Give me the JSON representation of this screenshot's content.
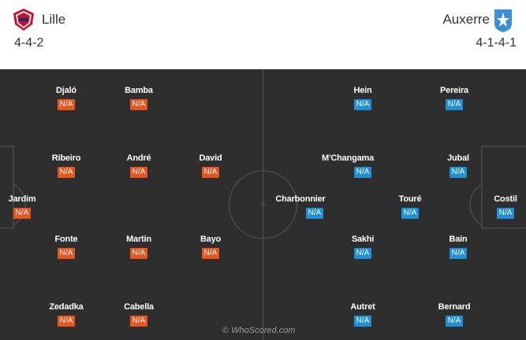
{
  "home": {
    "name": "Lille",
    "formation": "4-4-2",
    "crest_icon": "lille-crest-icon",
    "color": "#e8551f",
    "players": [
      {
        "name": "Djaló",
        "rating": "N/A"
      },
      {
        "name": "Bamba",
        "rating": "N/A"
      },
      {
        "name": "Ribeiro",
        "rating": "N/A"
      },
      {
        "name": "André",
        "rating": "N/A"
      },
      {
        "name": "David",
        "rating": "N/A"
      },
      {
        "name": "Jardim",
        "rating": "N/A"
      },
      {
        "name": "Fonte",
        "rating": "N/A"
      },
      {
        "name": "Martin",
        "rating": "N/A"
      },
      {
        "name": "Bayo",
        "rating": "N/A"
      },
      {
        "name": "Zedadka",
        "rating": "N/A"
      },
      {
        "name": "Cabella",
        "rating": "N/A"
      }
    ]
  },
  "away": {
    "name": "Auxerre",
    "formation": "4-1-4-1",
    "crest_icon": "auxerre-crest-icon",
    "color": "#1f8fd8",
    "players": [
      {
        "name": "Hein",
        "rating": "N/A"
      },
      {
        "name": "Pereira",
        "rating": "N/A"
      },
      {
        "name": "M'Changama",
        "rating": "N/A"
      },
      {
        "name": "Jubal",
        "rating": "N/A"
      },
      {
        "name": "Charbonnier",
        "rating": "N/A"
      },
      {
        "name": "Touré",
        "rating": "N/A"
      },
      {
        "name": "Costil",
        "rating": "N/A"
      },
      {
        "name": "Sakhi",
        "rating": "N/A"
      },
      {
        "name": "Bain",
        "rating": "N/A"
      },
      {
        "name": "Autret",
        "rating": "N/A"
      },
      {
        "name": "Bernard",
        "rating": "N/A"
      }
    ]
  },
  "watermark": "© WhoScored.com"
}
